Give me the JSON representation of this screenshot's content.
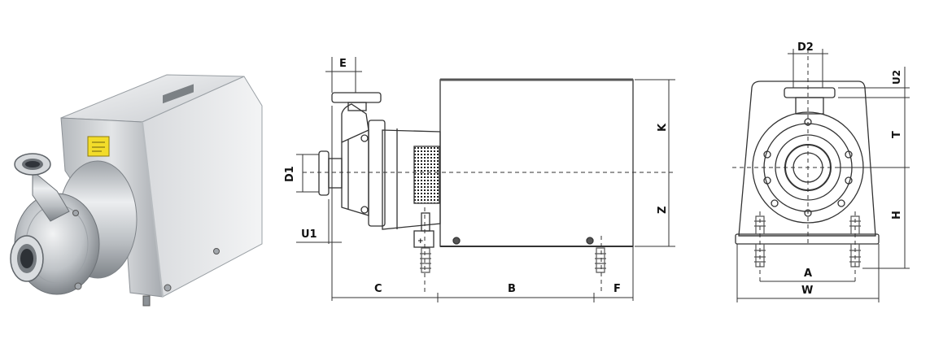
{
  "photo": {
    "subject": "stainless steel centrifugal pump"
  },
  "side_view": {
    "labels": {
      "E": "E",
      "D1": "D1",
      "U1": "U1",
      "C": "C",
      "B": "B",
      "F": "F",
      "K": "K",
      "Z": "Z"
    }
  },
  "front_view": {
    "labels": {
      "D2": "D2",
      "U2": "U2",
      "T": "T",
      "H": "H",
      "A": "A",
      "W": "W"
    }
  },
  "colors": {
    "line": "#333333",
    "metal_light": "#e4e6e8",
    "metal_dark": "#8c9196",
    "label_yellow": "#f2dc2a"
  }
}
